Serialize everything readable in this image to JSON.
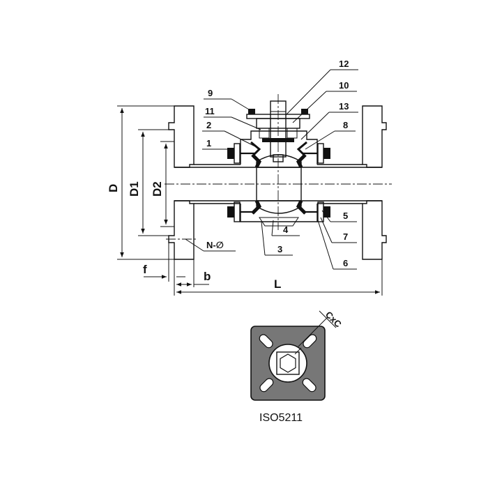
{
  "callouts": [
    "1",
    "2",
    "3",
    "4",
    "5",
    "6",
    "7",
    "8",
    "9",
    "10",
    "11",
    "12",
    "13"
  ],
  "dimensions": {
    "D": "D",
    "D1": "D1",
    "D2": "D2",
    "f": "f",
    "b": "b",
    "L": "L",
    "bolt_holes": "N-∅",
    "stem_square": "CxC"
  },
  "flange_standard": "ISO5211",
  "colors": {
    "line": "#111111",
    "pad_fill": "#777777",
    "background": "#ffffff"
  }
}
